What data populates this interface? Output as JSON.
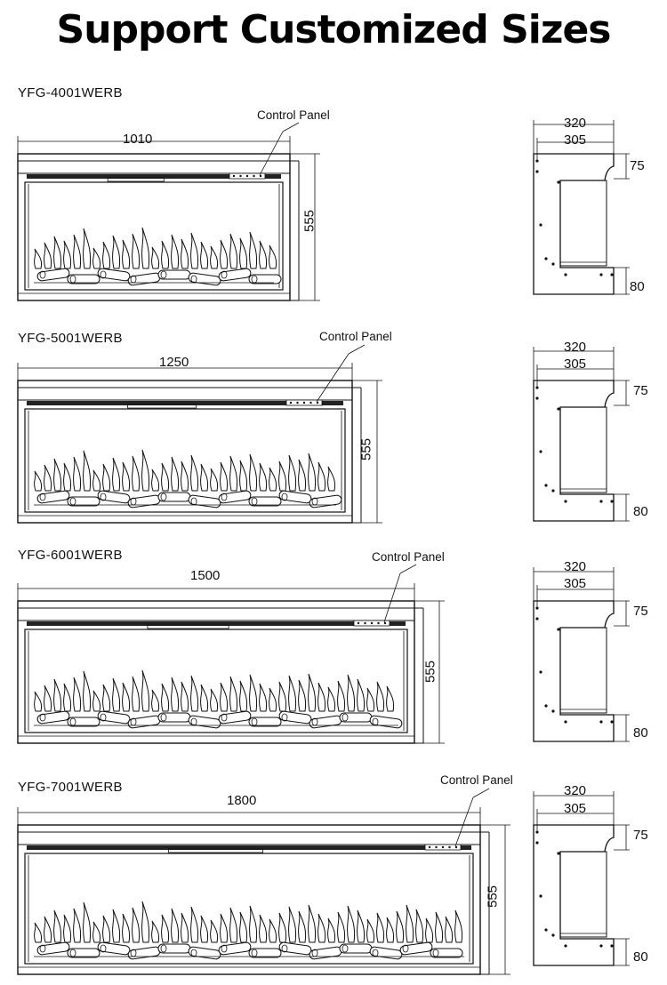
{
  "title": "Support Customized Sizes",
  "control_panel_label": "Control Panel",
  "models": [
    {
      "name": "YFG-4001WERB",
      "width": "1010",
      "height": "555",
      "depth_outer": "320",
      "depth_inner": "305",
      "top_h": "75",
      "bottom_h": "80"
    },
    {
      "name": "YFG-5001WERB",
      "width": "1250",
      "height": "555",
      "depth_outer": "320",
      "depth_inner": "305",
      "top_h": "75",
      "bottom_h": "80"
    },
    {
      "name": "YFG-6001WERB",
      "width": "1500",
      "height": "555",
      "depth_outer": "320",
      "depth_inner": "305",
      "top_h": "75",
      "bottom_h": "80"
    },
    {
      "name": "YFG-7001WERB",
      "width": "1800",
      "height": "555",
      "depth_outer": "320",
      "depth_inner": "305",
      "top_h": "75",
      "bottom_h": "80"
    }
  ]
}
